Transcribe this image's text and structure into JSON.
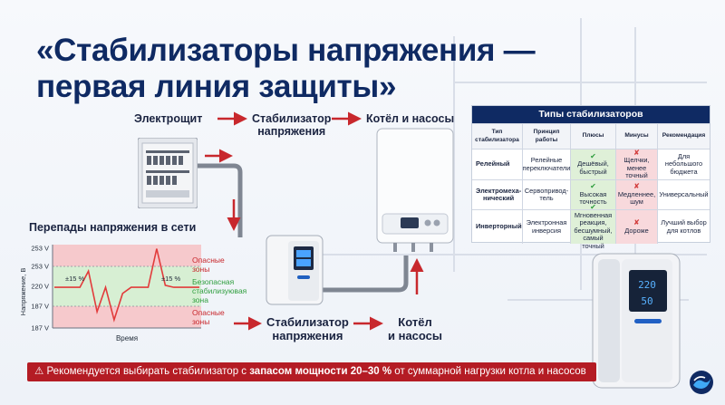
{
  "title": {
    "line1": "«Стабилизаторы напряжения —",
    "line2": "первая линия защиты»"
  },
  "flow_top": {
    "step1": "Электрощит",
    "step2_line1": "Стабилизатор",
    "step2_line2": "напряжения",
    "step3": "Котёл и насосы"
  },
  "flow_bottom": {
    "step1_line1": "Стабилизатор",
    "step1_line2": "напряжения",
    "step2_line1": "Котёл",
    "step2_line2": "и насосы"
  },
  "chart": {
    "title": "Перепады напряжения в сети",
    "ylabel": "Напряжение, В",
    "xlabel": "Время",
    "ticks": [
      "253 V",
      "253 V",
      "220 V",
      "187 V",
      "187 V"
    ],
    "band_left": "±15 %",
    "band_right": "±15 %",
    "zones": {
      "danger_top_l1": "Опасные",
      "danger_top_l2": "зоны",
      "safe_l1": "Безопасная",
      "safe_l2": "стабилизуювая",
      "safe_l3": "зона",
      "danger_bottom_l1": "Опасные",
      "danger_bottom_l2": "зоны"
    },
    "colors": {
      "danger": "#f6c9cc",
      "safe": "#d7efd3",
      "line": "#e23b3b",
      "safe_line": "#2f9e3e"
    }
  },
  "chart_data": {
    "type": "line",
    "title": "Перепады напряжения в сети",
    "xlabel": "Время",
    "ylabel": "Напряжение, В",
    "ylim": [
      180,
      262
    ],
    "y_ticks": [
      253,
      253,
      220,
      187,
      187
    ],
    "series": [
      {
        "values": [
          220,
          220,
          220,
          220,
          236,
          196,
          220,
          188,
          214,
          220,
          220,
          220,
          258,
          222,
          220,
          220,
          220,
          220
        ]
      }
    ]
  },
  "table": {
    "title": "Типы стабилизаторов",
    "headers": [
      "Тип стабилизатора",
      "Принцип работы",
      "Плюсы",
      "Минусы",
      "Рекомендация"
    ],
    "rows": [
      {
        "type": "Релейный",
        "principle": "Релейные переключатели",
        "plus": "Дешёвый, быстрый",
        "minus": "Щелчки, менее точный",
        "rec": "Для небольшого бюджета"
      },
      {
        "type": "Электромеха-нический",
        "principle": "Сервопривод-тель",
        "plus": "Высокая точность",
        "minus": "Медленнее, шум",
        "rec": "Универсальный"
      },
      {
        "type": "Инверторный",
        "principle": "Электронная инверсия",
        "plus": "Мгновенная реакция, бесшумный, самый точный",
        "minus": "Дороже",
        "rec": "Лучший выбор для котлов"
      }
    ]
  },
  "notice": {
    "part1": "Рекомендуется выбирать стабилизатор с ",
    "bold": "запасом мощности 20–30 %",
    "part2": " от суммарной нагрузки котла и насосов"
  },
  "device_display": {
    "top": "220",
    "bottom": "50"
  },
  "colors": {
    "brand": "#0f2a63",
    "accent_red": "#c8282d",
    "notice_bg": "#b41c24"
  }
}
